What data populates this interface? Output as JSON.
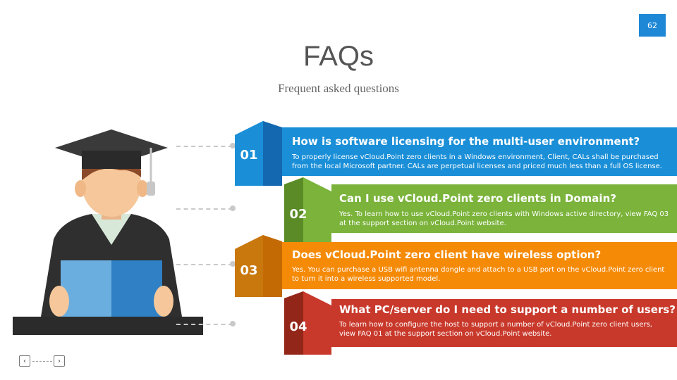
{
  "page": {
    "number": "62",
    "title": "FAQs",
    "subtitle": "Frequent asked questions"
  },
  "faqs": [
    {
      "num": "01",
      "question": "How is software licensing for the multi-user environment?",
      "answer": "To properly license vCloud.Point zero clients in a Windows environment, Client, CALs shall be purchased from the local Microsoft partner. CALs are perpetual licenses and priced much less than a full OS license.",
      "color": "#1a8fd8",
      "dark": "#1468b0"
    },
    {
      "num": "02",
      "question": "Can I use vCloud.Point zero clients in Domain?",
      "answer": "Yes. To learn how to use vCloud.Point zero clients with Windows active directory, view FAQ 03 at the support section on vCloud.Point website.",
      "color": "#7bb33b",
      "dark": "#5a8b27"
    },
    {
      "num": "03",
      "question": "Does vCloud.Point zero client have wireless option?",
      "answer": "Yes. You can purchase a USB wifi antenna dongle and attach to a USB port on the vCloud.Point zero client to turn it into a wireless supported model.",
      "color": "#f58a07",
      "dark": "#c46a04"
    },
    {
      "num": "04",
      "question": "What PC/server do I need to support a number of users?",
      "answer": "To learn how to configure the host to support a number of vCloud.Point zero client users, view FAQ 01 at the support section on vCloud.Point website.",
      "color": "#c8392b",
      "dark": "#922618"
    }
  ],
  "nav": {
    "prev_icon": "chevron-left-icon",
    "next_icon": "chevron-right-icon"
  }
}
